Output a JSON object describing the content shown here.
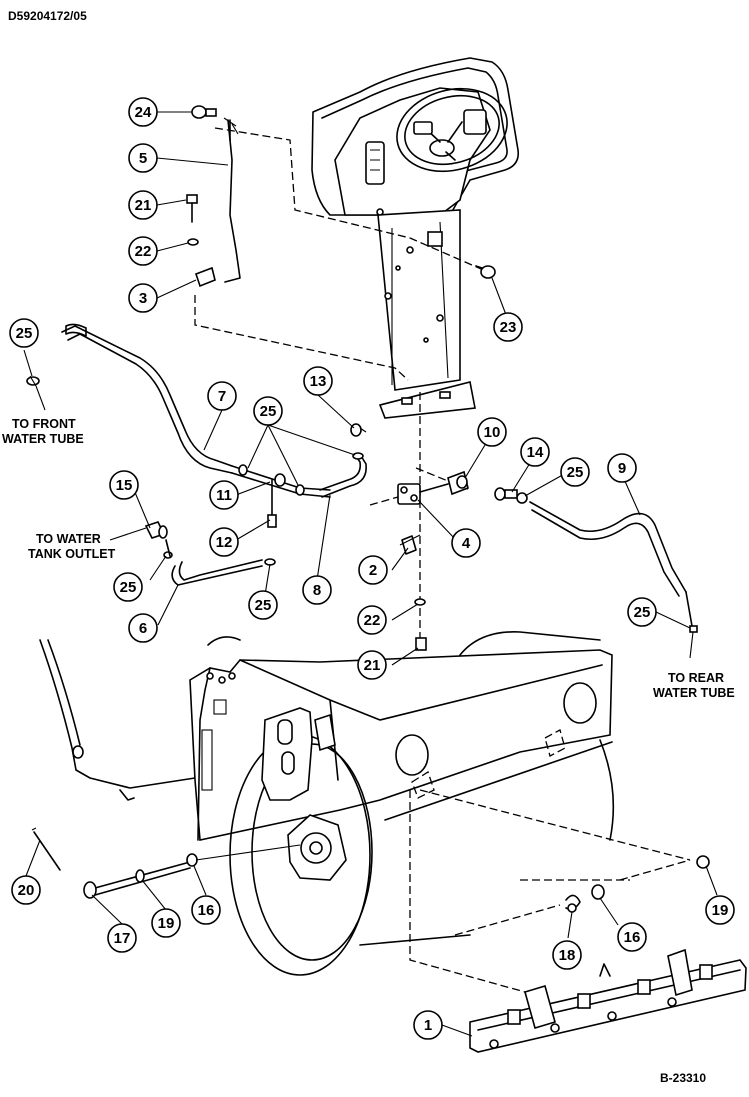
{
  "document_code": "D59204172/05",
  "figure_code": "B-23310",
  "notes": {
    "front_line1": "TO FRONT",
    "front_line2": "WATER TUBE",
    "tank_line1": "TO WATER",
    "tank_line2": "TANK OUTLET",
    "rear_line1": "TO REAR",
    "rear_line2": "WATER TUBE"
  },
  "callouts": [
    {
      "id": "c24",
      "label": "24"
    },
    {
      "id": "c5",
      "label": "5"
    },
    {
      "id": "c21a",
      "label": "21"
    },
    {
      "id": "c22a",
      "label": "22"
    },
    {
      "id": "c3",
      "label": "3"
    },
    {
      "id": "c25a",
      "label": "25"
    },
    {
      "id": "c7",
      "label": "7"
    },
    {
      "id": "c25b",
      "label": "25"
    },
    {
      "id": "c13",
      "label": "13"
    },
    {
      "id": "c23",
      "label": "23"
    },
    {
      "id": "c15",
      "label": "15"
    },
    {
      "id": "c11",
      "label": "11"
    },
    {
      "id": "c12",
      "label": "12"
    },
    {
      "id": "c25c",
      "label": "25"
    },
    {
      "id": "c6",
      "label": "6"
    },
    {
      "id": "c25d",
      "label": "25"
    },
    {
      "id": "c8",
      "label": "8"
    },
    {
      "id": "c10",
      "label": "10"
    },
    {
      "id": "c14",
      "label": "14"
    },
    {
      "id": "c25e",
      "label": "25"
    },
    {
      "id": "c9",
      "label": "9"
    },
    {
      "id": "c4",
      "label": "4"
    },
    {
      "id": "c2",
      "label": "2"
    },
    {
      "id": "c22b",
      "label": "22"
    },
    {
      "id": "c21b",
      "label": "21"
    },
    {
      "id": "c25f",
      "label": "25"
    },
    {
      "id": "c20",
      "label": "20"
    },
    {
      "id": "c17",
      "label": "17"
    },
    {
      "id": "c19a",
      "label": "19"
    },
    {
      "id": "c16a",
      "label": "16"
    },
    {
      "id": "c19b",
      "label": "19"
    },
    {
      "id": "c18",
      "label": "18"
    },
    {
      "id": "c16b",
      "label": "16"
    },
    {
      "id": "c1",
      "label": "1"
    }
  ]
}
